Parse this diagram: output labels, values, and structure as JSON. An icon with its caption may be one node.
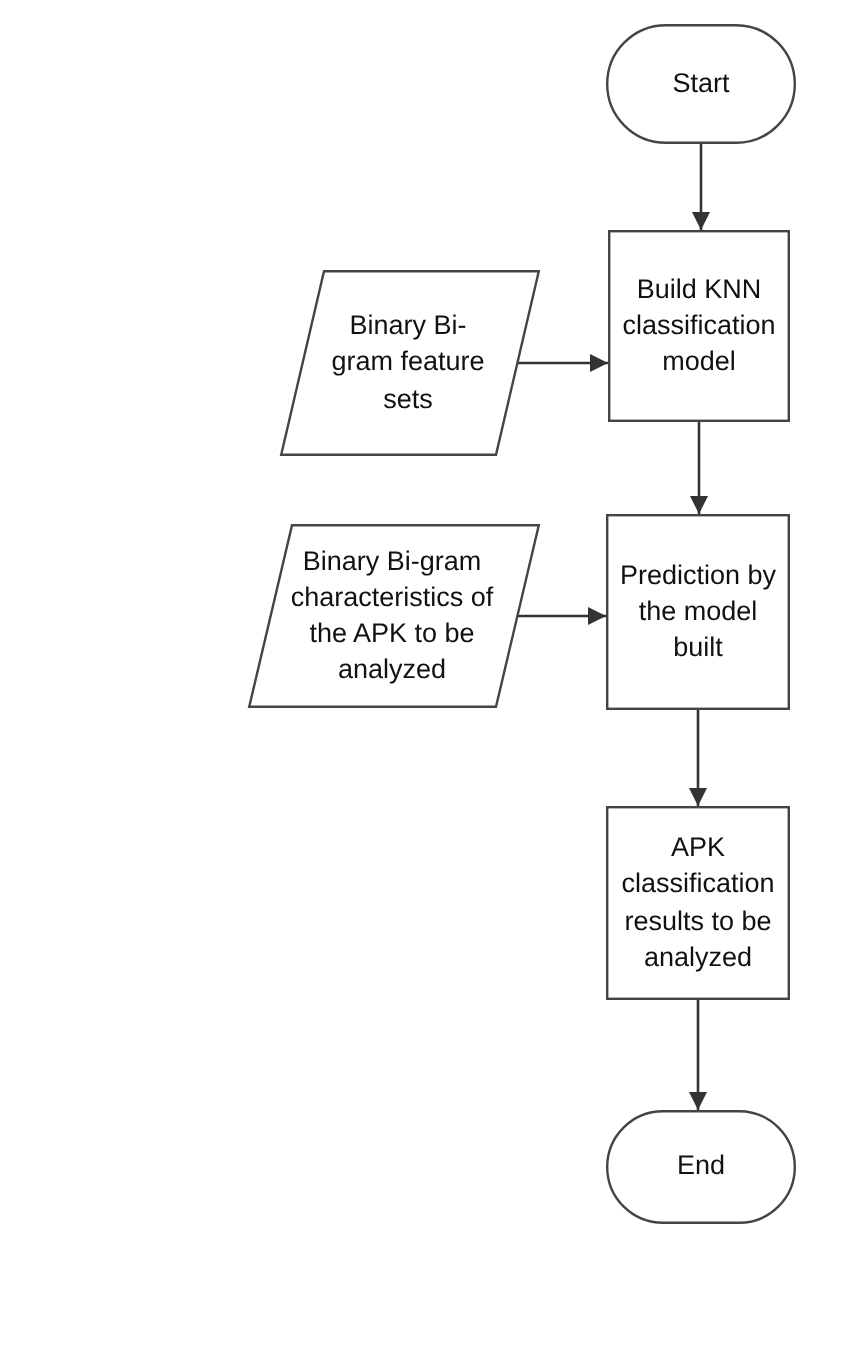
{
  "diagram": {
    "nodes": [
      {
        "text": [
          "Start"
        ]
      },
      {
        "text": [
          "Binary Bi-gram feature sets"
        ]
      },
      {
        "text": [
          "Build KNN classification model"
        ]
      },
      {
        "text": [
          "Binary Bi-gram characteristics of the APK to be analyzed"
        ]
      },
      {
        "text": [
          "Prediction by the model built"
        ]
      },
      {
        "text": [
          "APK classification results to be analyzed"
        ]
      },
      {
        "text": [
          "End"
        ]
      }
    ],
    "edges": [
      {
        "from": 0,
        "to": 2,
        "arrow": "to"
      },
      {
        "from": 1,
        "to": 2,
        "arrow": "to"
      },
      {
        "from": 2,
        "to": 4,
        "arrow": "to"
      },
      {
        "from": 3,
        "to": 4,
        "arrow": "to"
      },
      {
        "from": 4,
        "to": 5,
        "arrow": "to"
      },
      {
        "from": 5,
        "to": 6,
        "arrow": "to"
      }
    ]
  }
}
